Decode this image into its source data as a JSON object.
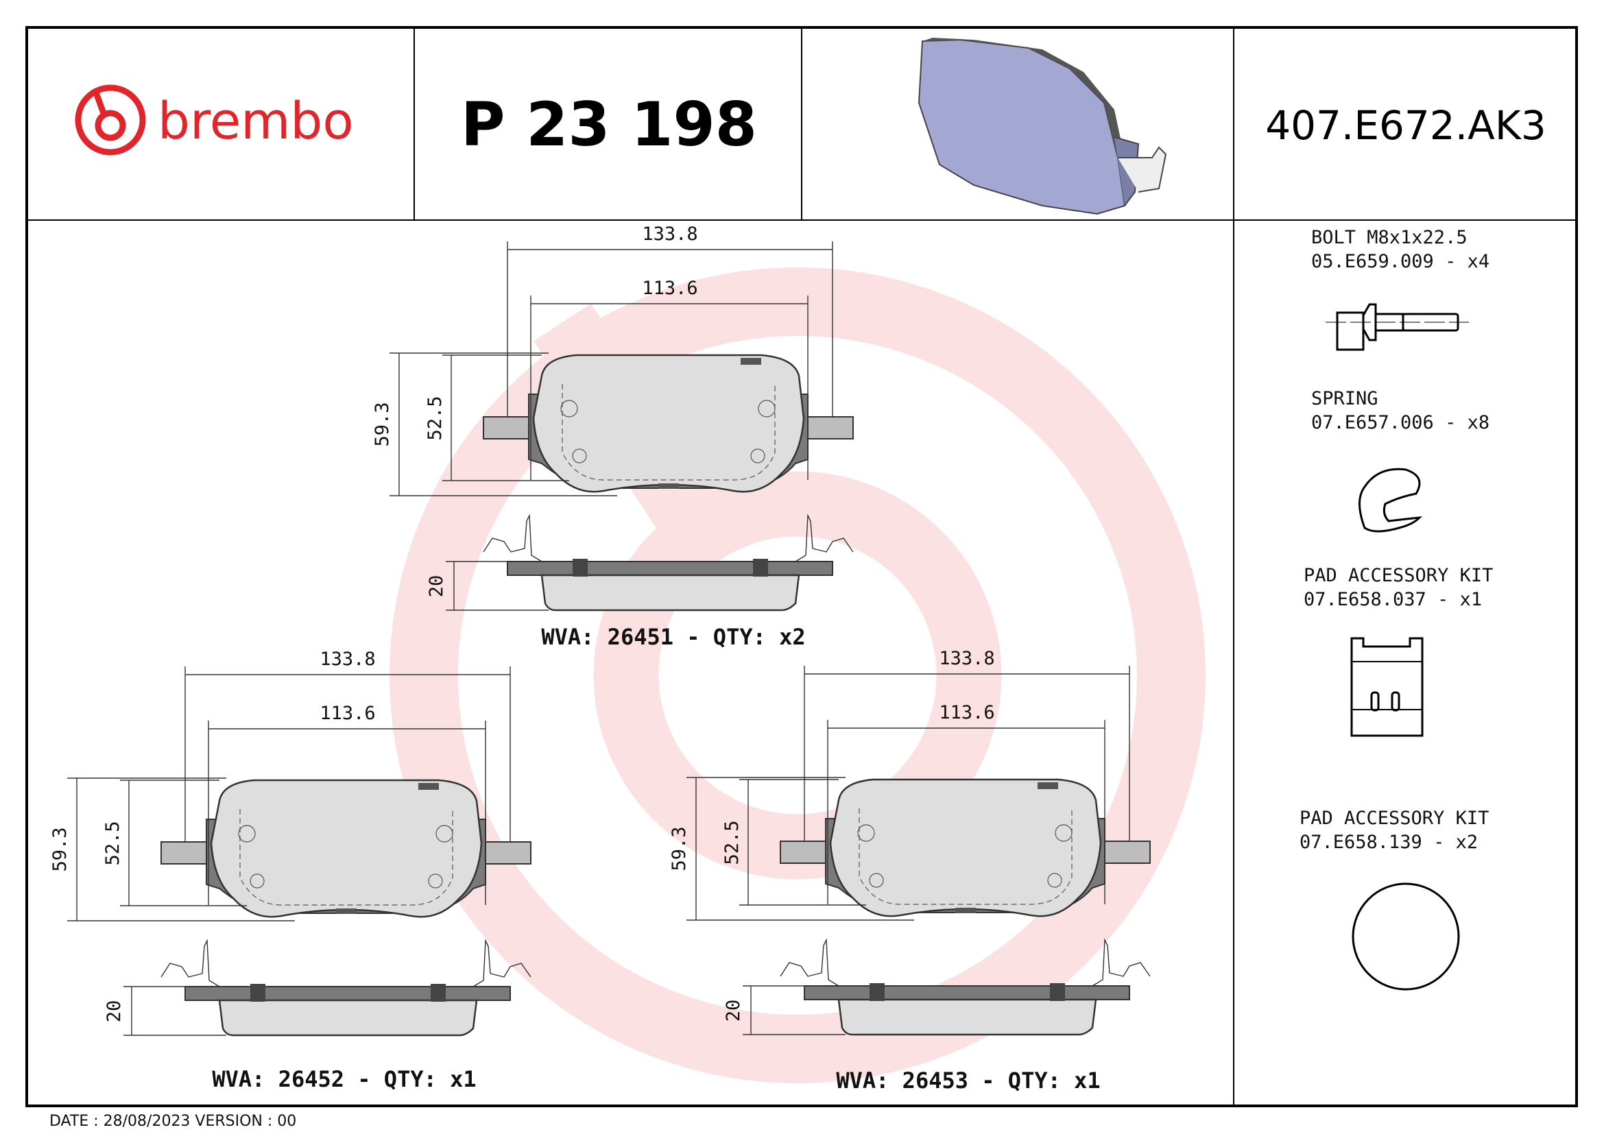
{
  "header": {
    "brand": "brembo",
    "part_number": "P 23 198",
    "reference": "407.E672.AK3"
  },
  "colors": {
    "brand_red": "#e0262b",
    "watermark": "#fbe1e2",
    "pad_illustration": "#a3a8d2",
    "border": "#000000"
  },
  "pads": [
    {
      "width_outer": "133.8",
      "width_inner": "113.6",
      "height_outer": "59.3",
      "height_inner": "52.5",
      "thickness": "20",
      "label": "WVA: 26451 - QTY: x2"
    },
    {
      "width_outer": "133.8",
      "width_inner": "113.6",
      "height_outer": "59.3",
      "height_inner": "52.5",
      "thickness": "20",
      "label": "WVA: 26452 - QTY: x1"
    },
    {
      "width_outer": "133.8",
      "width_inner": "113.6",
      "height_outer": "59.3",
      "height_inner": "52.5",
      "thickness": "20",
      "label": "WVA: 26453 - QTY: x1"
    }
  ],
  "accessories": [
    {
      "name": "BOLT M8x1x22.5",
      "code": "05.E659.009 - x4",
      "icon": "bolt-icon"
    },
    {
      "name": "SPRING",
      "code": "07.E657.006 - x8",
      "icon": "spring-icon"
    },
    {
      "name": "PAD ACCESSORY KIT",
      "code": "07.E658.037 - x1",
      "icon": "clip-icon"
    },
    {
      "name": "PAD ACCESSORY KIT",
      "code": "07.E658.139 - x2",
      "icon": "ring-icon"
    }
  ],
  "footer": {
    "date_version": "DATE : 28/08/2023 VERSION : 00"
  }
}
